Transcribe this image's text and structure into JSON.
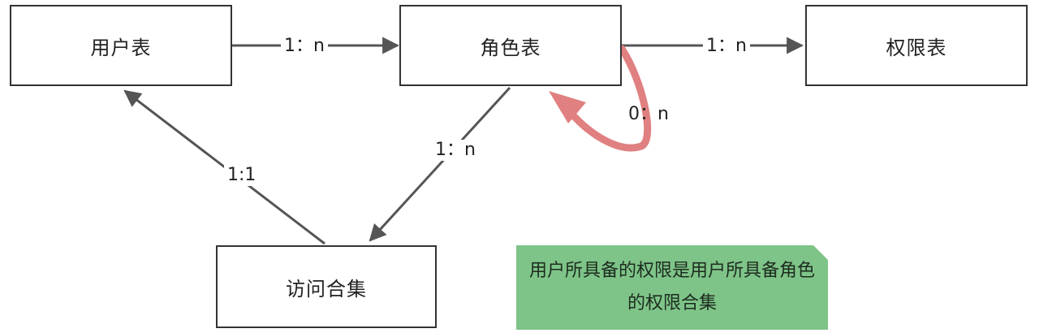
{
  "nodes": {
    "user_table": "用户表",
    "role_table": "角色表",
    "permission_table": "权限表",
    "access_set": "访问合集"
  },
  "edges": {
    "user_role": "1：n",
    "role_permission": "1：n",
    "role_self": "0：n",
    "role_access": "1：n",
    "access_user": "1:1"
  },
  "note": {
    "text": "用户所具备的权限是用户所具备角色的权限合集"
  },
  "colors": {
    "edge": "#555555",
    "self_loop": "#e08080",
    "note_bg": "#7ec488"
  }
}
